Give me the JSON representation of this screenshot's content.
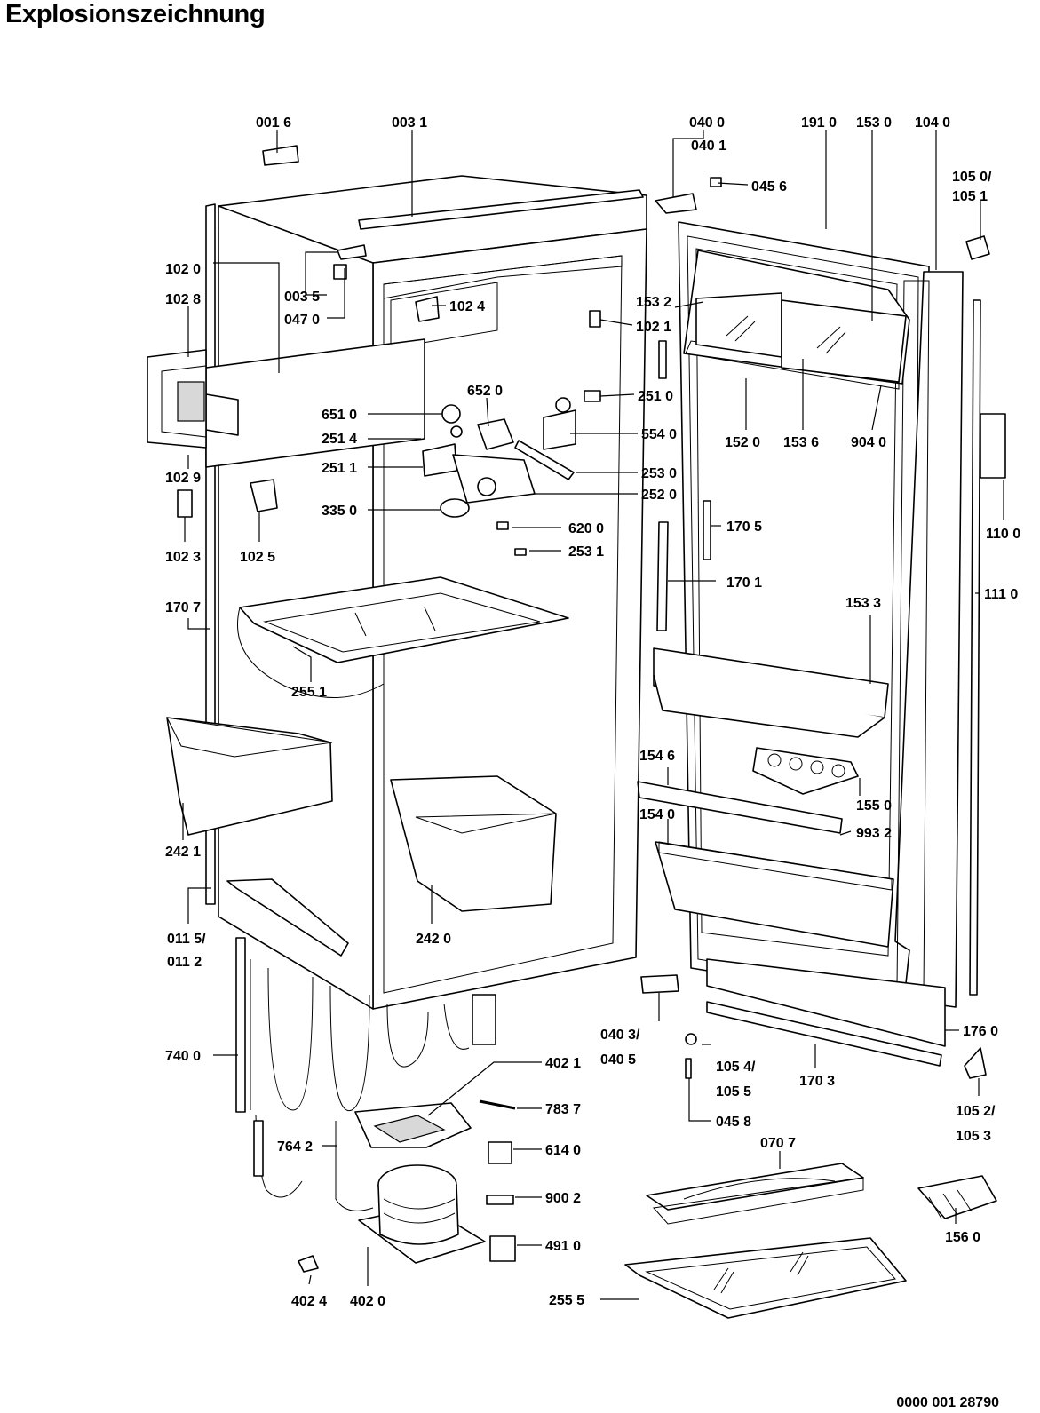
{
  "title": "Explosionszeichnung",
  "document_number": "0000 001 28790",
  "labels": {
    "p0016": "001 6",
    "p0031": "003 1",
    "p0400": "040 0",
    "p0401": "040 1",
    "p0456": "045 6",
    "p1910": "191 0",
    "p1530": "153 0",
    "p1040": "104 0",
    "p1050": "105 0/",
    "p1051": "105 1",
    "p1020": "102 0",
    "p1028": "102 8",
    "p0035": "003 5",
    "p0470": "047 0",
    "p1024": "102 4",
    "p1532": "153 2",
    "p1021": "102 1",
    "p6520": "652 0",
    "p2510": "251 0",
    "p6510": "651 0",
    "p2514": "251 4",
    "p5540": "554 0",
    "p1520": "152 0",
    "p1536": "153 6",
    "p9040": "904 0",
    "p1029": "102 9",
    "p2511": "251 1",
    "p2530": "253 0",
    "p2520": "252 0",
    "p1023": "102 3",
    "p1025": "102 5",
    "p3350": "335 0",
    "p6200": "620 0",
    "p2531": "253 1",
    "p1705": "170 5",
    "p1100": "110 0",
    "p1701": "170 1",
    "p1707": "170 7",
    "p1533": "153 3",
    "p1110": "111 0",
    "p2551": "255 1",
    "p1546": "154 6",
    "p1550": "155 0",
    "p1540": "154 0",
    "p9932": "993 2",
    "p2421": "242 1",
    "p2420": "242 0",
    "p0115": "011 5/",
    "p0112": "011 2",
    "p0403": "040 3/",
    "p0405": "040 5",
    "p1054": "105 4/",
    "p1055": "105 5",
    "p1703": "170 3",
    "p1760": "176 0",
    "p7400": "740 0",
    "p4021": "402 1",
    "p0458": "045 8",
    "p1052": "105 2/",
    "p1053": "105 3",
    "p7837": "783 7",
    "p7642": "764 2",
    "p6140": "614 0",
    "p0707": "070 7",
    "p9002": "900 2",
    "p4910": "491 0",
    "p1560": "156 0",
    "p4024": "402 4",
    "p4020": "402 0",
    "p2555": "255 5"
  }
}
